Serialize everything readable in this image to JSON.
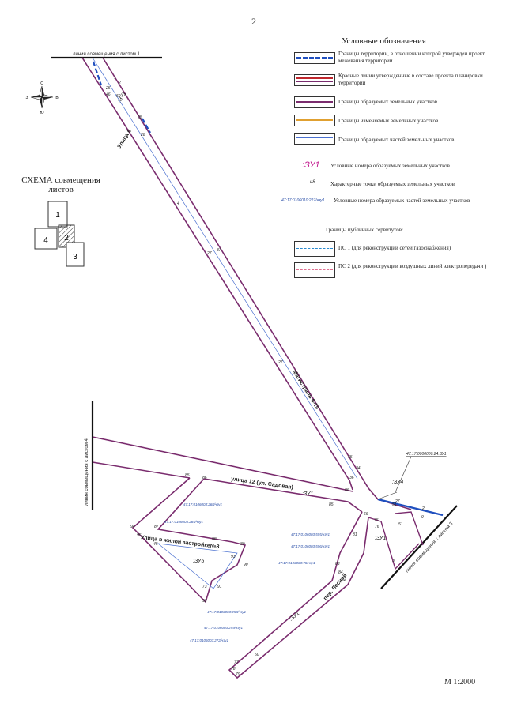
{
  "page_number": "2",
  "scale": "М 1:2000",
  "legend": {
    "title": "Условные обозначения",
    "items": [
      {
        "text": "Границы территории, в отношении которой утвержден проект межевания территории",
        "style": "blue-dash"
      },
      {
        "text": "Красные линии утвержденные в составе проекта планировки территории",
        "style": "red-purple"
      },
      {
        "text": "Границы образуемых земельных участков",
        "style": "purple"
      },
      {
        "text": "Границы изменяемых земельных участков",
        "style": "orange"
      },
      {
        "text": "Границы образуемых частей земельных участков",
        "style": "thin-blue"
      }
    ],
    "label_items": [
      {
        "sample": ":ЗУ1",
        "text": "Условные номера образуемых земельных участков"
      },
      {
        "sample": "н8",
        "text": "Характерные точки образуемых земельных участков"
      },
      {
        "sample": "47:17:0106010:227/чзу1",
        "text": "Условные номера образуемых частей земельных участков"
      }
    ],
    "servitude_title": "Границы публичных сервитутов:",
    "servitudes": [
      {
        "text": "ПС 1 (для реконструкции сетей газоснабжения)",
        "style": "ps1"
      },
      {
        "text": "ПС 2 (для реконструкции воздушных линий электропередачи )",
        "style": "ps2"
      }
    ]
  },
  "schema": {
    "title": "СХЕМА совмещения листов",
    "sheets": [
      "1",
      "4",
      "2",
      "3"
    ]
  },
  "compass": {
    "n": "С",
    "s": "Ю",
    "w": "З",
    "e": "В"
  },
  "map_labels": {
    "line_sheet1": "линия совмещения с листом 1",
    "line_sheet4": "линия совмещения с листом 4",
    "line_sheet3": "линия совмещения с листом 3",
    "street_top": "Улица 6",
    "magistral": "Магистраль 6-19",
    "street12": "улица 12 (ул. Садовая)",
    "street_residential": "Улица в жилой застройке№8",
    "lane": "пер. Лесной",
    "zu1_a": ":ЗУ1",
    "zu1_b": ":ЗУ1",
    "zu1_c": ":ЗУ1",
    "zu1_d": ":ЗУ1",
    "zu4": ":ЗУ4",
    "zu5": ":ЗУ5",
    "cad_top": "47:17:0000000:24:ЗУ1",
    "cad1": "47:17:0106003:268/чзу1",
    "cad2": "47:17:0106003:265/чзу1",
    "cad3": "47:17:0106003:595/чзу1",
    "cad4": "47:17:0106003:596/чзу1",
    "cad5": "47:17:0106003:78/чзу1",
    "cad6": "47:17:0106003:258/чзу1",
    "cad7": "47:17:0106003:259/чзу1",
    "cad8": "47:17:0106003:272/чзу1"
  },
  "points": [
    "1",
    "2",
    "24",
    "25",
    "26",
    "46",
    "49",
    "59",
    "28",
    "4",
    "37",
    "27",
    "35",
    "34",
    "36",
    "5",
    "6",
    "86",
    "85",
    "87",
    "88",
    "89",
    "90",
    "91",
    "92",
    "93",
    "94",
    "95",
    "45",
    "66",
    "75",
    "76",
    "77",
    "78",
    "79",
    "80",
    "81",
    "82",
    "83",
    "84",
    "73",
    "50",
    "51",
    "3",
    "9"
  ],
  "colors": {
    "boundary": "#7a2c6e",
    "blue": "#1f4fbf",
    "red": "#c0262d",
    "cad": "#2a4fa8",
    "zu": "#c2188e"
  }
}
